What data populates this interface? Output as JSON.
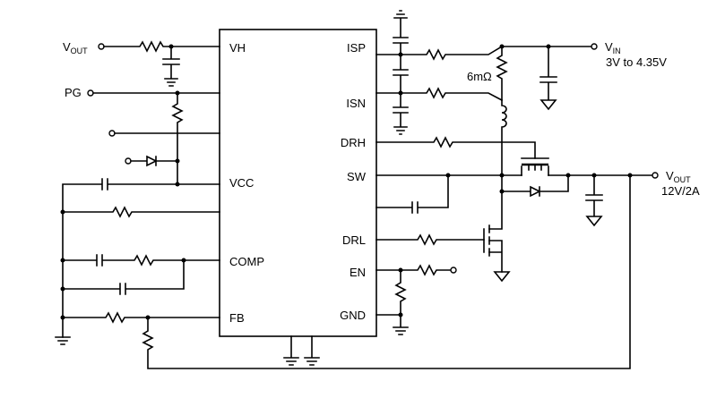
{
  "pins_left": {
    "vh": "VH",
    "vcc": "VCC",
    "comp": "COMP",
    "fb": "FB"
  },
  "pins_right": {
    "isp": "ISP",
    "isn": "ISN",
    "drh": "DRH",
    "sw": "SW",
    "drl": "DRL",
    "en": "EN",
    "gnd": "GND"
  },
  "vout_in": {
    "main": "V",
    "sub": "OUT"
  },
  "pg": "PG",
  "vin": {
    "main": "V",
    "sub": "IN",
    "range": "3V to 4.35V"
  },
  "vout": {
    "main": "V",
    "sub": "OUT",
    "rating": "12V/2A"
  },
  "sense_resistor": "6mΩ"
}
